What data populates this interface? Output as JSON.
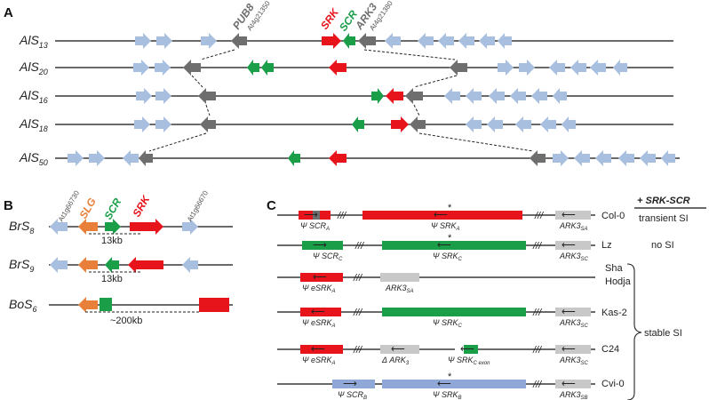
{
  "panels": {
    "a": "A",
    "b": "B",
    "c": "C"
  },
  "colors": {
    "light_blue": "#a8bfe0",
    "gray": "#6e6e6e",
    "red": "#e8141b",
    "green": "#1a9e48",
    "orange": "#e8803a",
    "light_gray": "#c8c8c8",
    "steel_blue": "#8fa8d8"
  },
  "panel_a": {
    "genes": {
      "pub8": "PUB8",
      "pub8_locus": "At4g21350",
      "srk": "SRK",
      "scr": "SCR",
      "ark3": "ARK3",
      "ark3_locus": "At4g21380"
    },
    "haplotypes": [
      {
        "name": "AlS",
        "sub": "13"
      },
      {
        "name": "AlS",
        "sub": "20"
      },
      {
        "name": "AlS",
        "sub": "16"
      },
      {
        "name": "AlS",
        "sub": "18"
      },
      {
        "name": "AlS",
        "sub": "50"
      }
    ]
  },
  "panel_b": {
    "haplotypes": [
      {
        "name": "BrS",
        "sub": "8"
      },
      {
        "name": "BrS",
        "sub": "9"
      },
      {
        "name": "BoS",
        "sub": "6"
      }
    ],
    "labels": {
      "left_locus": "At1g66730",
      "slg": "SLG",
      "scr": "SCR",
      "srk": "SRK",
      "right_locus": "At1g66670"
    },
    "distances": [
      "13kb",
      "13kb",
      "~200kb"
    ]
  },
  "panel_c": {
    "header": "+ SRK-SCR",
    "accessions": [
      "Col-0",
      "Lz",
      "Sha",
      "Hodja",
      "Kas-2",
      "C24",
      "Cvi-0"
    ],
    "phenotypes": [
      "transient SI",
      "no SI",
      "stable SI"
    ],
    "gap_mark": "///",
    "star": "*",
    "arrow": "⟵",
    "arrow_r": "⟶",
    "rows": [
      {
        "l1": "Ψ SCR",
        "l1s": "A",
        "l2": "Ψ SRK",
        "l2s": "A",
        "l3": "ARK3",
        "l3s": "SA"
      },
      {
        "l1": "Ψ SCR",
        "l1s": "C",
        "l2": "Ψ SRK",
        "l2s": "C",
        "l3": "ARK3",
        "l3s": "SC"
      },
      {
        "l1": "Ψ eSRK",
        "l1s": "A",
        "l3": "ARK3",
        "l3s": "SA"
      },
      {
        "l1": "Ψ eSRK",
        "l1s": "A",
        "l2": "Ψ SRK",
        "l2s": "C",
        "l3": "ARK3",
        "l3s": "SC"
      },
      {
        "l1": "Ψ eSRK",
        "l1s": "A",
        "l2": "Δ ARK",
        "l2s": "3",
        "l4": "Ψ SRK",
        "l4s": "C exon",
        "l3": "ARK3",
        "l3s": "SC"
      },
      {
        "l1": "Ψ SCR",
        "l1s": "B",
        "l2": "Ψ SRK",
        "l2s": "B",
        "l3": "ARK3",
        "l3s": "SB"
      }
    ]
  }
}
